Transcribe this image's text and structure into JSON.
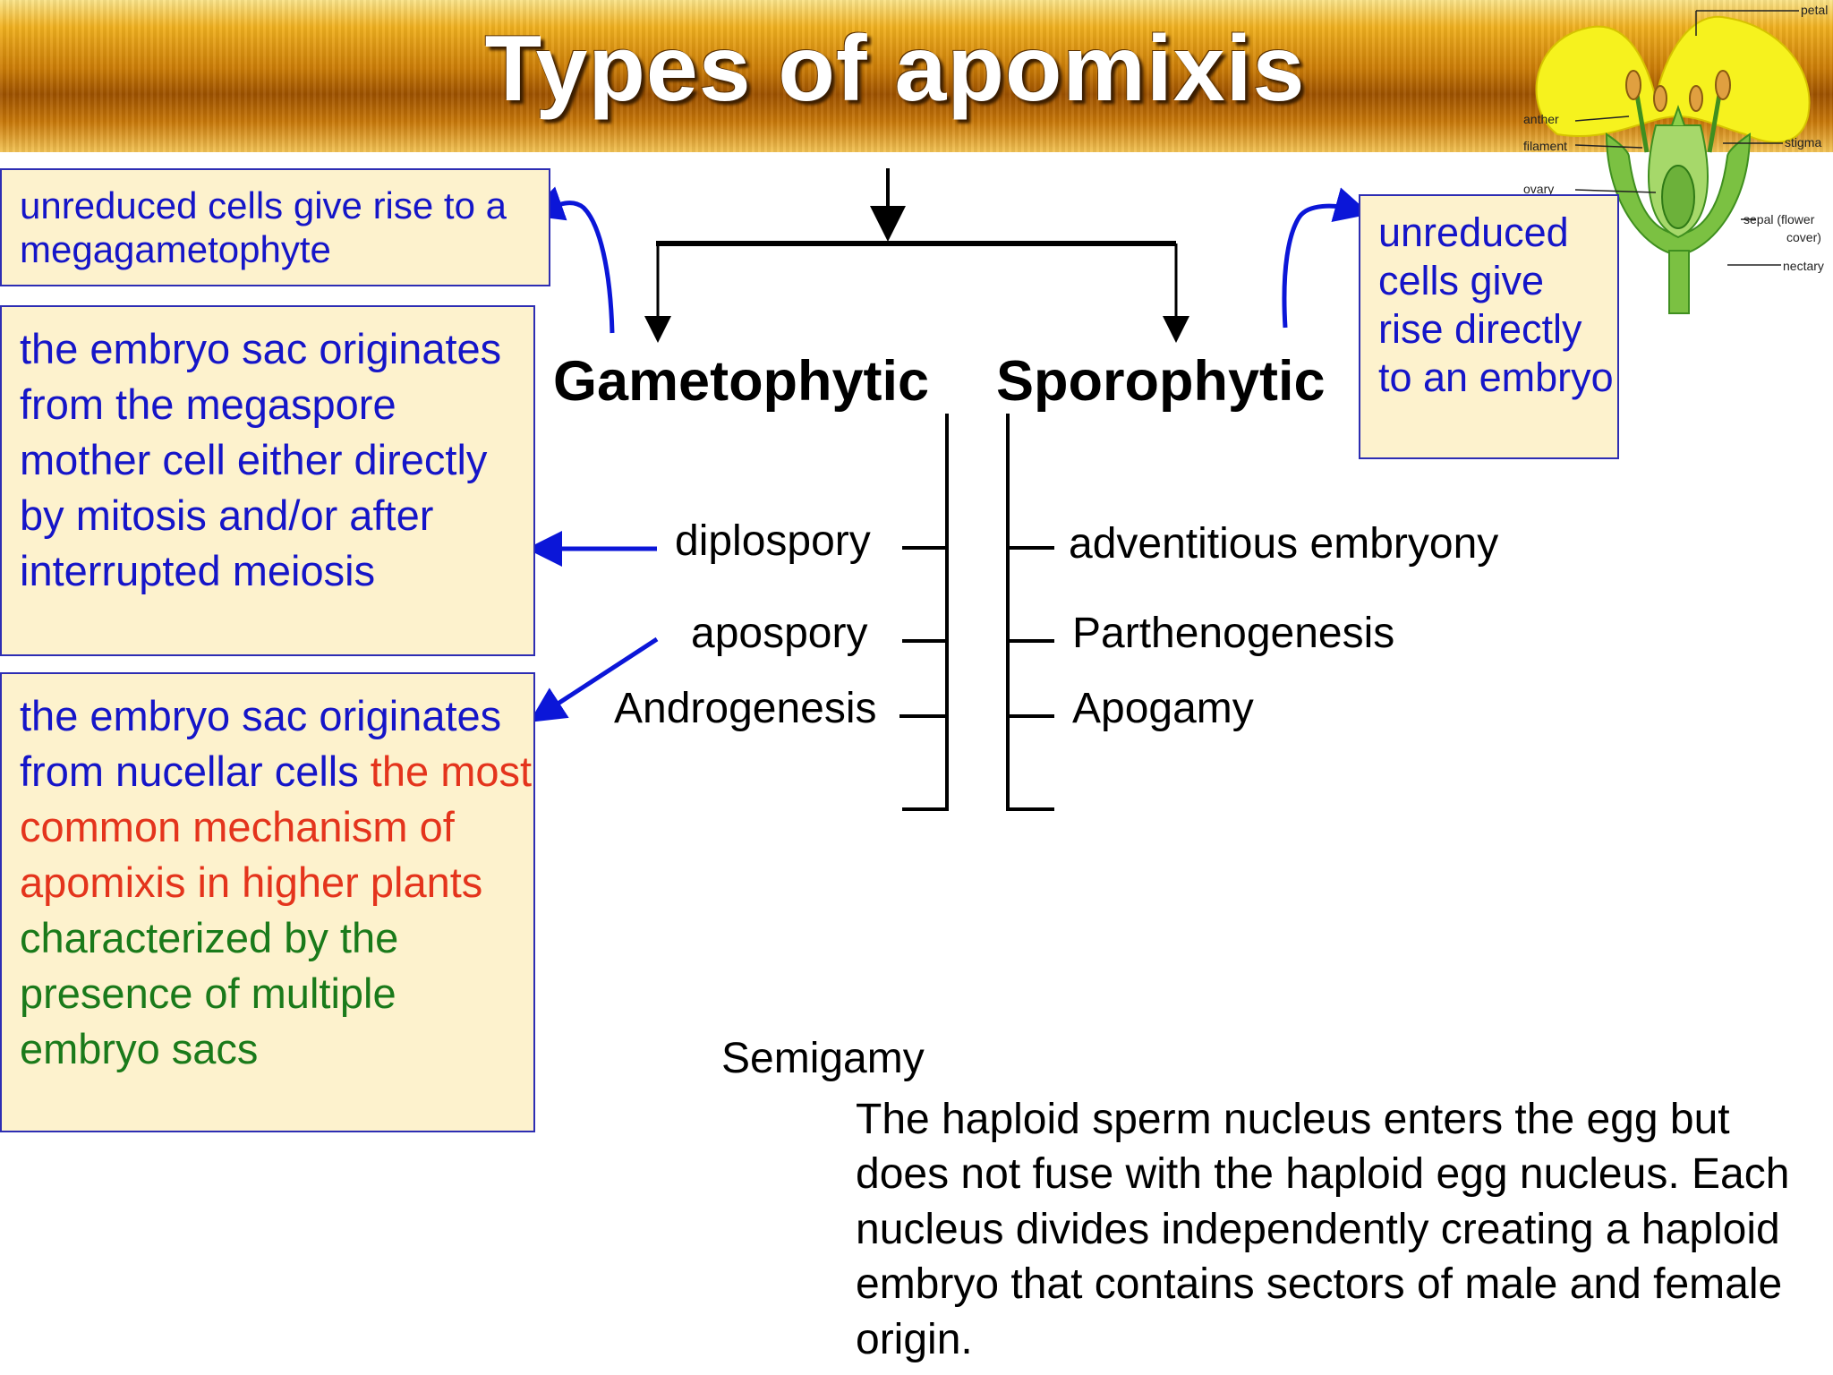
{
  "title": "Types of apomixis",
  "branches": {
    "left": "Gametophytic",
    "right": "Sporophytic"
  },
  "gametophytic_types": [
    "diplospory",
    "apospory",
    "Androgenesis"
  ],
  "sporophytic_types": [
    "adventitious embryony",
    "Parthenogenesis",
    "Apogamy"
  ],
  "boxes": {
    "gametophytic_def": "unreduced cells give rise to a megagametophyte",
    "sporophytic_def": "unreduced cells give rise directly to an embryo",
    "diplospory_def": "the embryo sac originates from the megaspore mother cell either directly by mitosis and/or after interrupted meiosis",
    "apospory_def_blue": "the embryo sac originates from nucellar cells",
    "apospory_def_red": "the most common mechanism of apomixis in higher plants",
    "apospory_def_green": "characterized by the presence of multiple embryo sacs"
  },
  "semigamy": {
    "heading": "Semigamy",
    "text": "The haploid sperm nucleus enters the egg but does not fuse with the haploid egg nucleus. Each nucleus divides independently creating a haploid embryo that contains sectors of male and female origin."
  },
  "flower_labels": {
    "petal": "petal",
    "anther": "anther",
    "filament": "filament",
    "ovary": "ovary",
    "stigma": "stigma",
    "sepal": "sepal (flower",
    "sepal2": "cover)",
    "nectary": "nectary"
  },
  "colors": {
    "definition_text": "#1515c8",
    "highlight_red": "#e4341c",
    "highlight_green": "#1a7a1a",
    "box_fill": "#fdf2cd",
    "arrow_blue": "#0b16d8",
    "banner_gold": "#cc7d07"
  }
}
